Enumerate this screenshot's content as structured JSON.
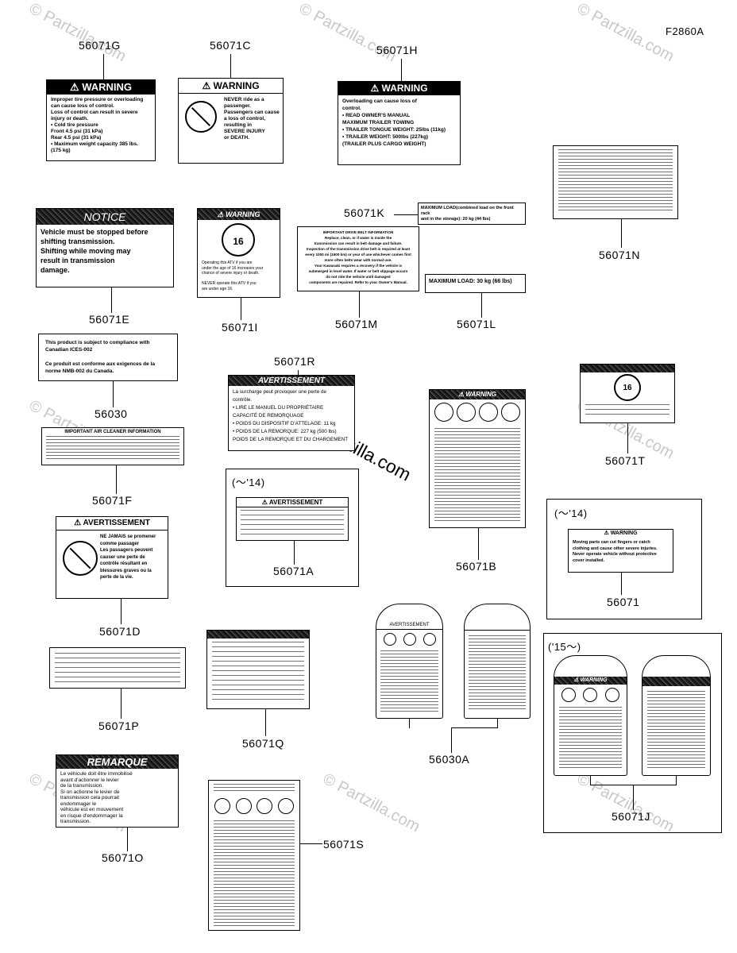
{
  "figure_code": "F2860A",
  "watermark": "© Partzilla.com",
  "watermark_center": "© Partzilla.com",
  "year_ranges": {
    "to14": "(～'14)",
    "from15": "('15～)"
  },
  "parts": {
    "g": {
      "code": "56071G",
      "head": "⚠ WARNING",
      "body": "Improper tire pressure or overloading\ncan cause loss of control.\nLoss of control can result in severe\ninjury or death.\n • Cold tire pressure\n    Front 4.5 psi (31 kPa)\n    Rear 4.5 psi (31 kPa)\n • Maximum weight capacity 385 lbs.\n    (175 kg)"
    },
    "c": {
      "code": "56071C",
      "head": "⚠ WARNING",
      "body": "NEVER ride as a passenger.\nPassengers can cause\na loss of control,\nresulting in\nSEVERE INJURY\nor DEATH."
    },
    "h": {
      "code": "56071H",
      "head": "⚠ WARNING",
      "body": "Overloading can cause loss of\ncontrol.\n• READ OWNER'S MANUAL\nMAXIMUM TRAILER TOWING\n• TRAILER TONGUE WEIGHT: 25lbs (11kg)\n• TRAILER WEIGHT: 500lbs (227kg)\n(TRAILER PLUS CARGO WEIGHT)"
    },
    "n": {
      "code": "56071N"
    },
    "e": {
      "code": "56071E",
      "head": "NOTICE",
      "body": "Vehicle must be stopped before\nshifting transmission.\nShifting while moving may\nresult in transmission\ndamage."
    },
    "i": {
      "code": "56071I",
      "head": "⚠ WARNING",
      "badge": "16",
      "body": "Operating this ATV if you are\nunder the age of 16 increases your\nchance of severe injury or death.\n\nNEVER operate this ATV if you\nare under age 16."
    },
    "k": {
      "code": "56071K",
      "body": "MAXIMUM LOAD(combined load on the front rack\nand in the storage): 20 kg (44 lbs)"
    },
    "m": {
      "code": "56071M",
      "body": "IMPORTANT DRIVE BELT INFORMATION\nReplace, clean, or if water is inside the\ntransmission can result in belt damage and failure.\nInspection of the transmission drive belt is required at least\nevery 1000 mi (1600 km) or year of use whichever comes first\nmore often belts wear with normal use.\nYour Kawasaki requires a recovery if the vehicle is\nsubmerged in level water. If water or belt slippage occurs\ndo not ride the vehicle until damaged\ncomponents are repaired. Refer to your Owner's Manual."
    },
    "l": {
      "code": "56071L",
      "body": "MAXIMUM LOAD: 30 kg (66 lbs)"
    },
    "r": {
      "code": "56071R",
      "head": "AVERTISSEMENT",
      "body": "La surcharge peut provoquer une perte de\ncontrôle.\n• LIRE LE MANUEL DU PROPRIÉTAIRE\nCAPACITÉ DE REMORQUAGE\n• POIDS DU DISPOSITIF D'ATTELAGE: 11 kg\n• POIDS DE LA REMORQUE: 227 kg (500 lbs)\nPOIDS DE LA REMORQUE ET DU CHARGEMENT"
    },
    "p56030": {
      "code": "56030",
      "body": "This product is subject to compliance with\nCanadian ICES-002\n\nCe produit est conforme aux exigences de la\nnorme NMB-002 du Canada."
    },
    "t": {
      "code": "56071T",
      "badge": "16"
    },
    "f": {
      "code": "56071F",
      "head": "IMPORTANT AIR CLEANER INFORMATION"
    },
    "a": {
      "code": "56071A",
      "head": "⚠ AVERTISSEMENT"
    },
    "b": {
      "code": "56071B",
      "head": "⚠ WARNING"
    },
    "w": {
      "code": "56071",
      "head": "⚠ WARNING",
      "body": "Moving parts can cut fingers or catch\nclothing and cause other severe injuries.\nNever operate vehicle without protective\ncover installed."
    },
    "d": {
      "code": "56071D",
      "head": "⚠ AVERTISSEMENT",
      "body": "NE JAMAIS se promener comme passager\nLes passagers peuvent\ncauser une perte de\ncontrôle résultant en\nblessures graves ou la\nperte de la vie."
    },
    "s56030a": {
      "code": "56030A",
      "head_left": "AVERTISSEMENT"
    },
    "p": {
      "code": "56071P"
    },
    "q": {
      "code": "56071Q"
    },
    "j": {
      "code": "56071J",
      "head_left": "⚠ WARNING"
    },
    "o": {
      "code": "56071O",
      "head": "REMARQUE",
      "body": "Le véhicule doit être immobilisé\navant d'actionner le levier\nde la transmission.\nSi on actionne le levier de\ntransmission cela pourrait\nendommager le\nvéhicule est en mouvement\nen risque d'endommager la\ntransmission."
    },
    "s": {
      "code": "56071S"
    }
  }
}
